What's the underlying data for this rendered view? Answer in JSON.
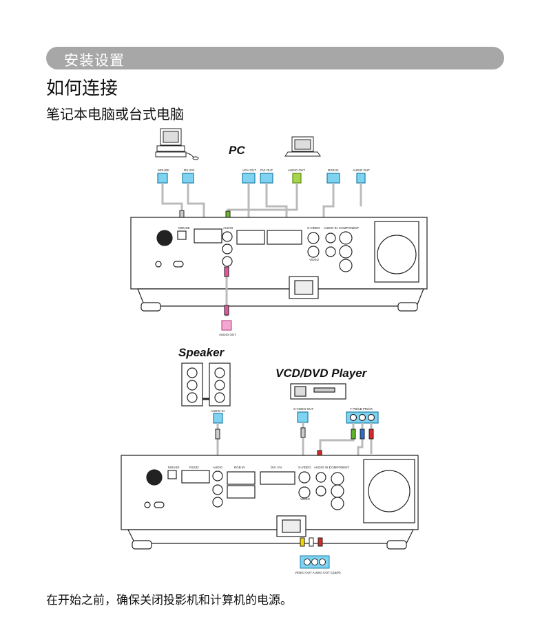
{
  "header": {
    "title": "安装设置"
  },
  "heading": "如何连接",
  "subheading": "笔记本电脑或台式电脑",
  "diagram_top": {
    "title": "PC",
    "labels": {
      "mouse": "MOUSE",
      "rs232": "RS-232",
      "vga_out": "VGA OUT",
      "dvi_out": "DVI OUT",
      "audio_out": "AUDIO OUT",
      "rgb_in": "RGB IN",
      "audio_out2": "AUDIO OUT",
      "audio_out_bottom": "AUDIO OUT",
      "panel_mouse": "MOUSE",
      "panel_audio": "AUDIO",
      "panel_svideo": "S-VIDEO",
      "panel_audioin": "AUDIO IN",
      "panel_component": "COMPONENT",
      "panel_video": "VIDEO"
    }
  },
  "diagram_bottom": {
    "speaker_title": "Speaker",
    "player_title": "VCD/DVD Player",
    "labels": {
      "audio_in": "AUDIO IN",
      "svideo_out": "S-VIDEO OUT",
      "ypbpr": "Y   PB/CB  PR/CR",
      "panel_mouse": "MOUSE",
      "panel_rs232": "RS232",
      "panel_audio": "AUDIO",
      "panel_rgbin": "RGB IN",
      "panel_dviin": "DVI / IN",
      "panel_svideo": "S-VIDEO",
      "panel_audioin": "AUDIO IN 1",
      "panel_component": "COMPONENT",
      "panel_video": "VIDEO",
      "bottom": "VIDEO OUT AUDIO OUT (L)&(R)"
    }
  },
  "footer_note": "在开始之前，确保关闭投影机和计算机的电源。"
}
